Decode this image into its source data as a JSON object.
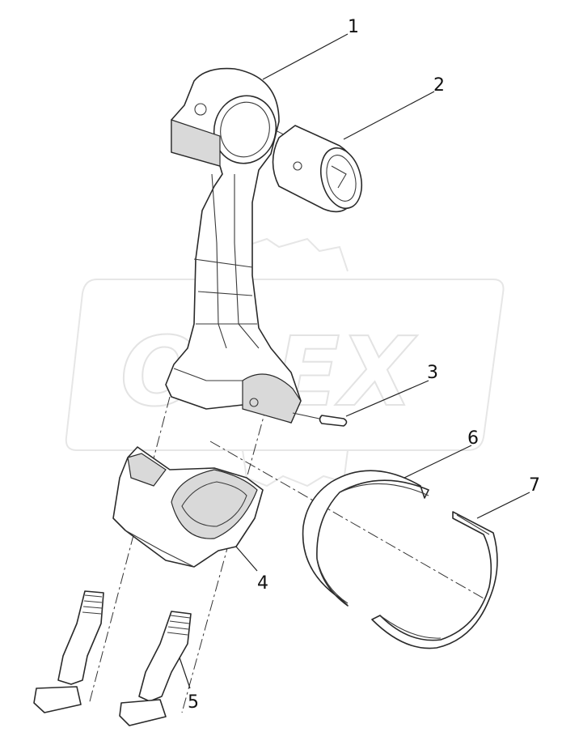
{
  "diagram": {
    "watermark_text": "OREX",
    "callouts": [
      {
        "id": "1",
        "label": "1"
      },
      {
        "id": "2",
        "label": "2"
      },
      {
        "id": "3",
        "label": "3"
      },
      {
        "id": "4",
        "label": "4"
      },
      {
        "id": "5",
        "label": "5"
      },
      {
        "id": "6",
        "label": "6"
      },
      {
        "id": "7",
        "label": "7"
      }
    ]
  }
}
